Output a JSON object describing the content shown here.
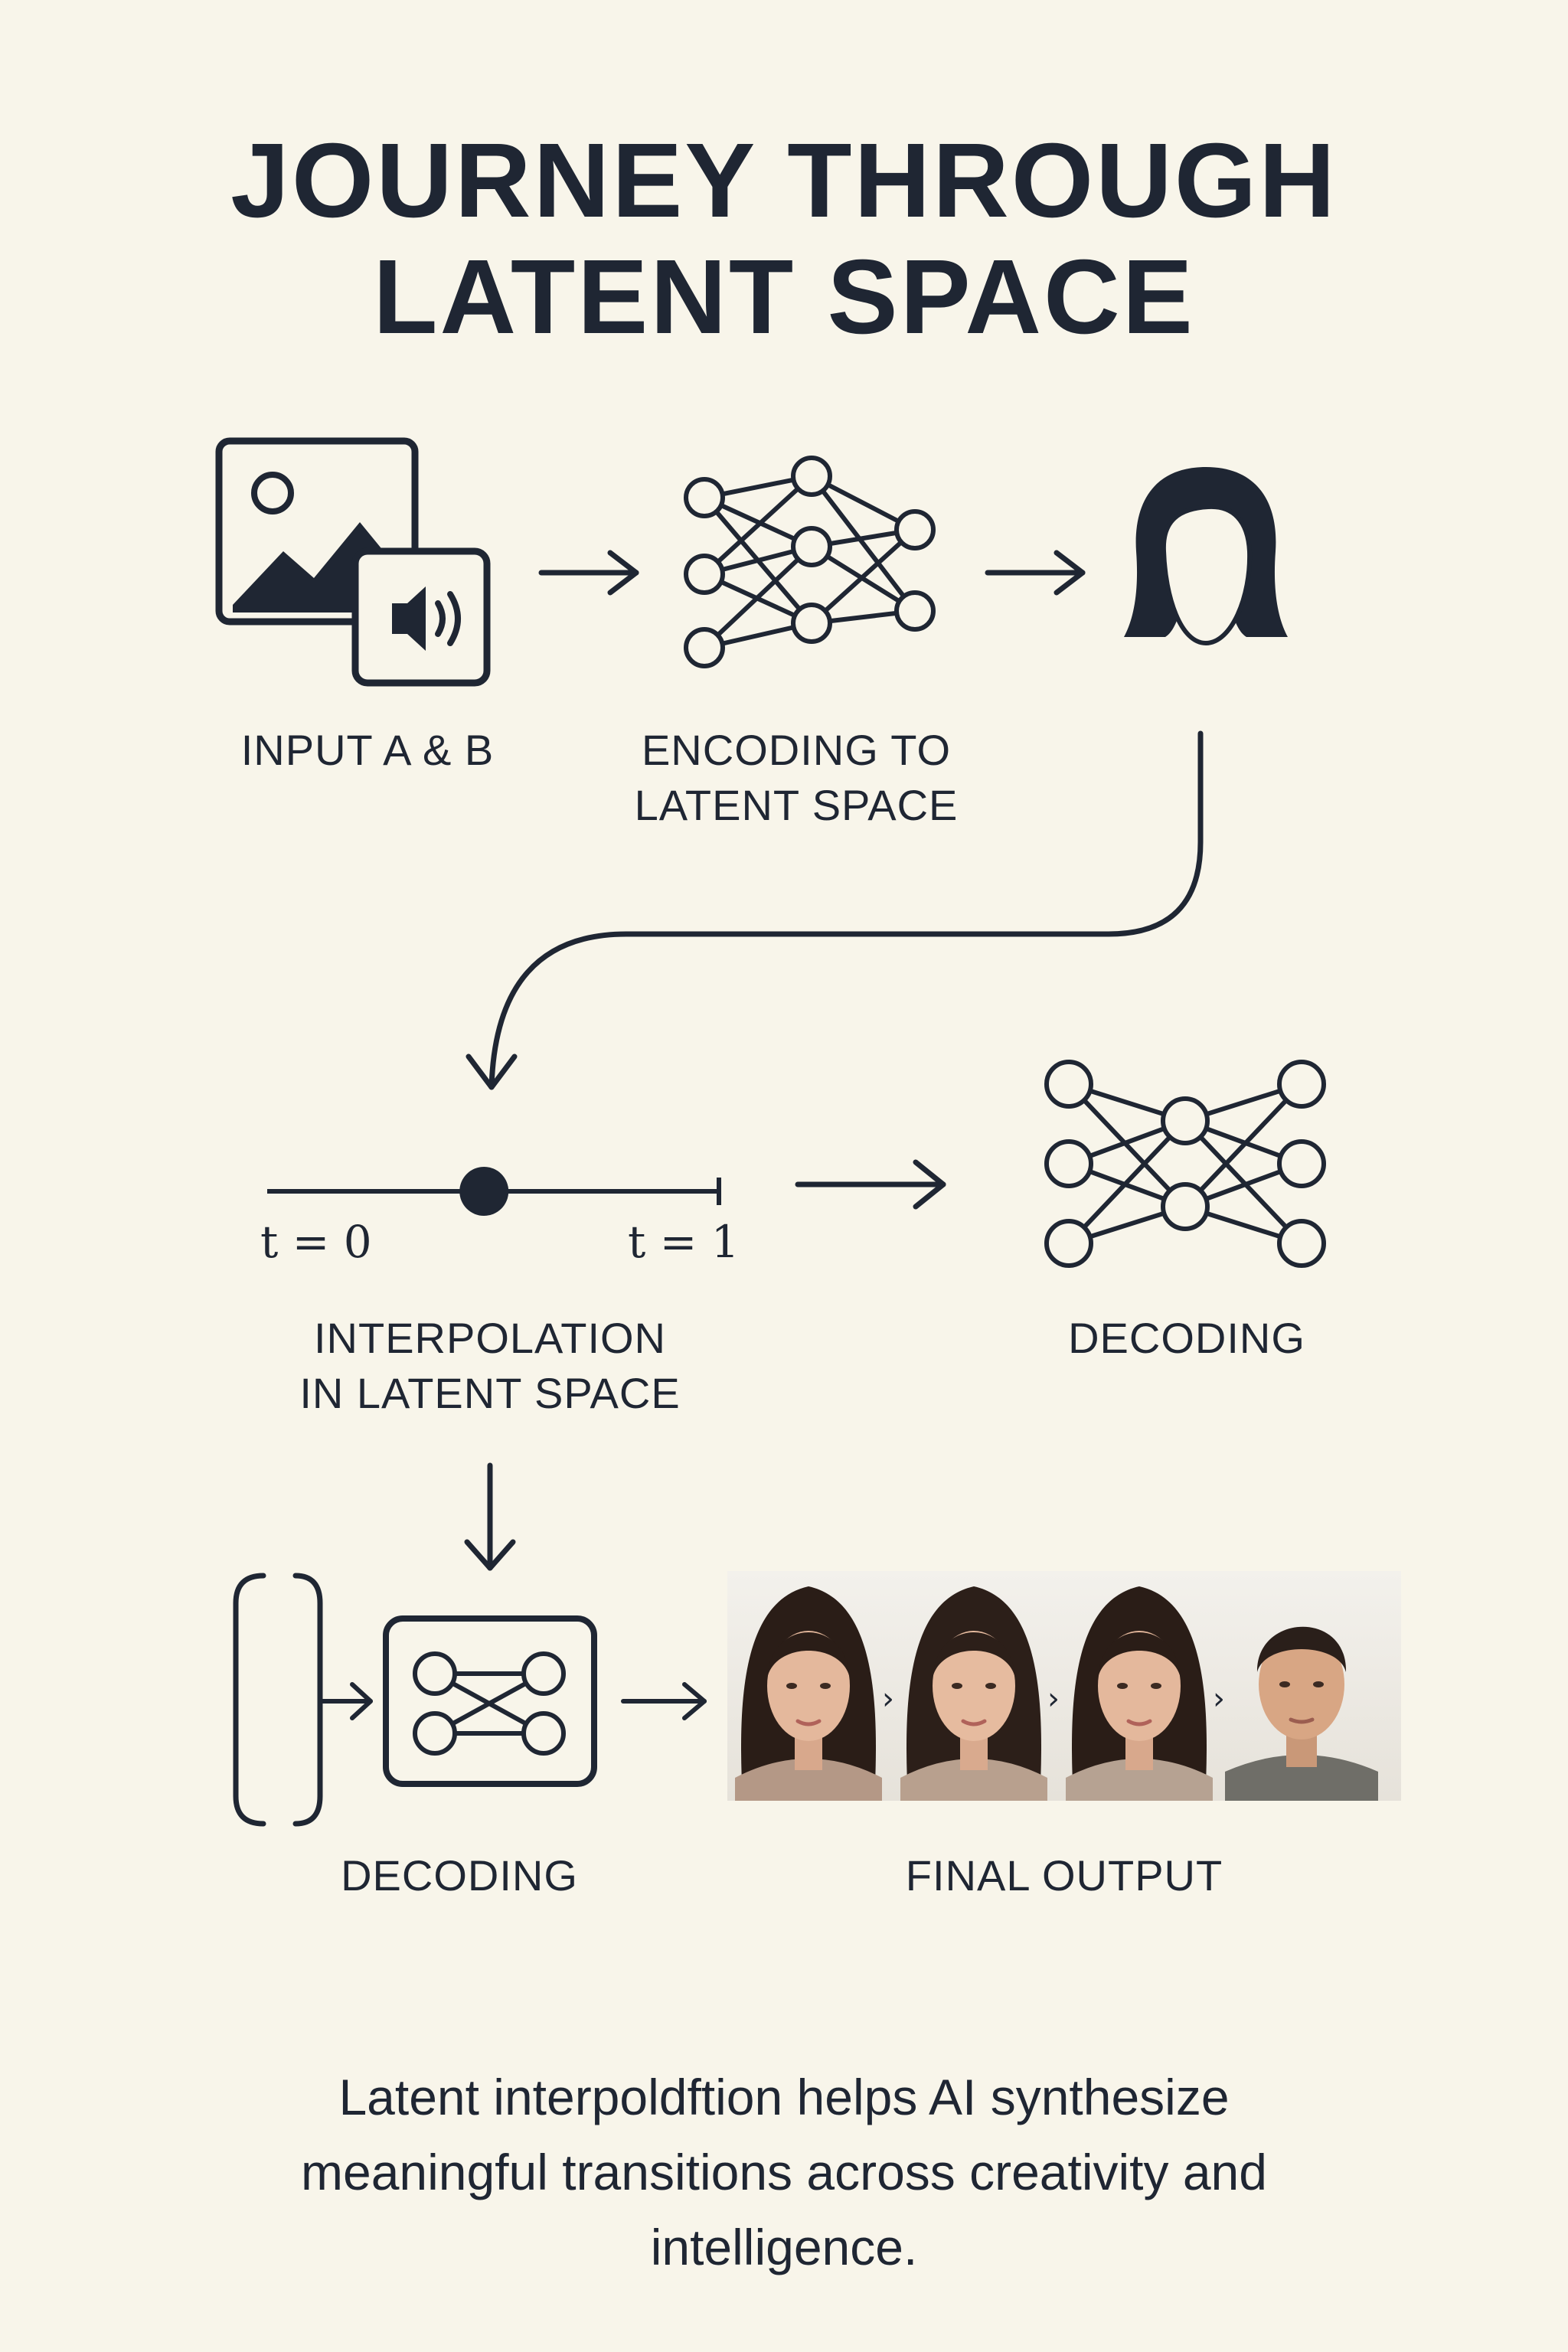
{
  "title": {
    "line1": "JOURNEY THROUGH",
    "line2": "LATENT SPACE"
  },
  "steps": {
    "input": {
      "line1": "INPUT A & B"
    },
    "encoding": {
      "line1": "ENCODING TO",
      "line2": "LATENT SPACE"
    },
    "interpolation": {
      "line1": "INTERPOLATION",
      "line2": "IN LATENT SPACE"
    },
    "decoding_right": {
      "line1": "DECODING"
    },
    "decoding_bottom": {
      "line1": "DECODING"
    },
    "final_output": {
      "line1": "FINAL OUTPUT"
    }
  },
  "slider": {
    "start_label": "t = 0",
    "end_label": "t = 1",
    "position": 0.48
  },
  "caption": {
    "line1": "Latent interpoldftion helps AI synthesize",
    "line2": "meaningful transitions across creativity and",
    "line3": "intelligence."
  },
  "colors": {
    "background": "#f8f5ea",
    "ink": "#1f2633"
  },
  "icons": [
    "image-icon",
    "speaker-icon",
    "neural-network-icon",
    "face-silhouette-icon",
    "decoder-icon",
    "bracket-icon",
    "portrait-sequence"
  ]
}
